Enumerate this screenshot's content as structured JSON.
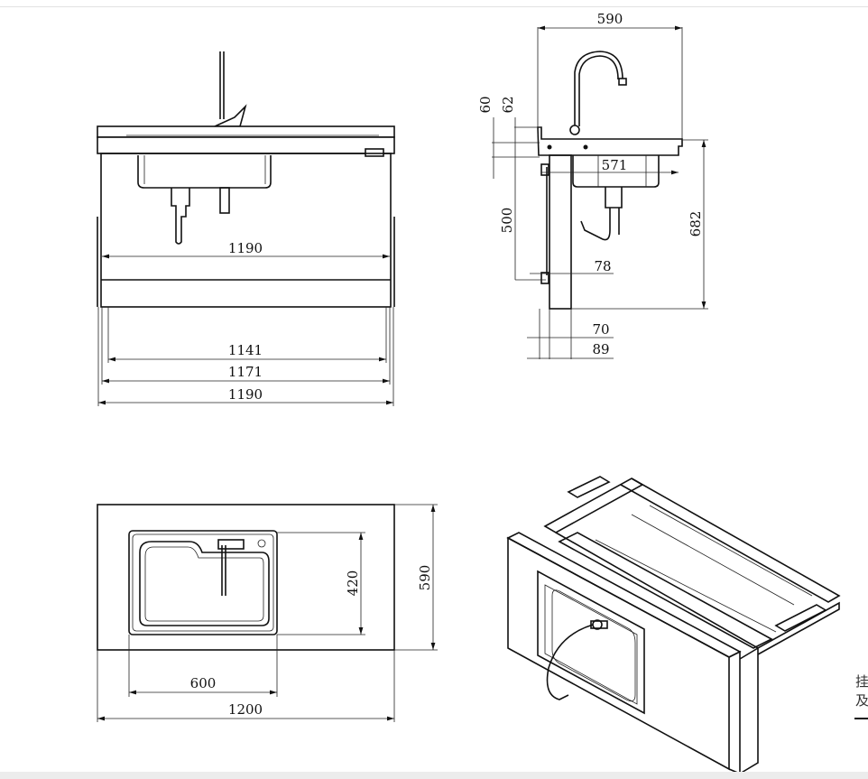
{
  "front_view": {
    "inner_width": "1190",
    "dims": [
      "1141",
      "1171",
      "1190"
    ]
  },
  "side_view": {
    "depth": "590",
    "top_height": "60",
    "top_offset": "62",
    "sink_depth": "571",
    "panel_height": "500",
    "total_height": "682",
    "leg_offset": "78",
    "leg_width": "70",
    "leg_depth": "89"
  },
  "top_view": {
    "sink_depth": "420",
    "total_depth": "590",
    "sink_width": "600",
    "total_width": "1200"
  },
  "side_note": {
    "line1": "挂",
    "line2": "及"
  }
}
